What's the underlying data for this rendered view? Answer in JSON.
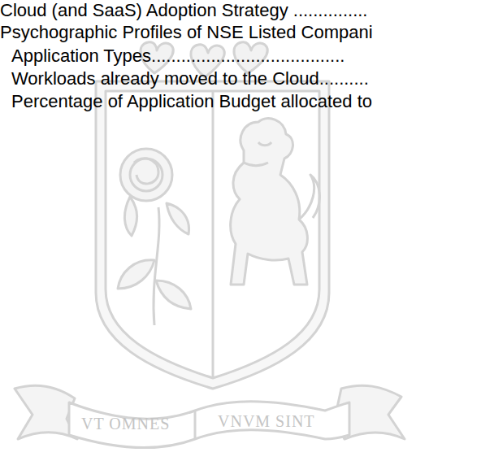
{
  "diagram": {
    "labels": [
      "Cloud (and SaaS) Adoption Strategy ...............",
      "Psychographic Profiles of NSE Listed Compani",
      "Application Types.......................................",
      "Workloads already moved to the Cloud..........",
      "Percentage of Application Budget allocated to",
      "VT OMNES",
      "VNVM SINT"
    ]
  }
}
